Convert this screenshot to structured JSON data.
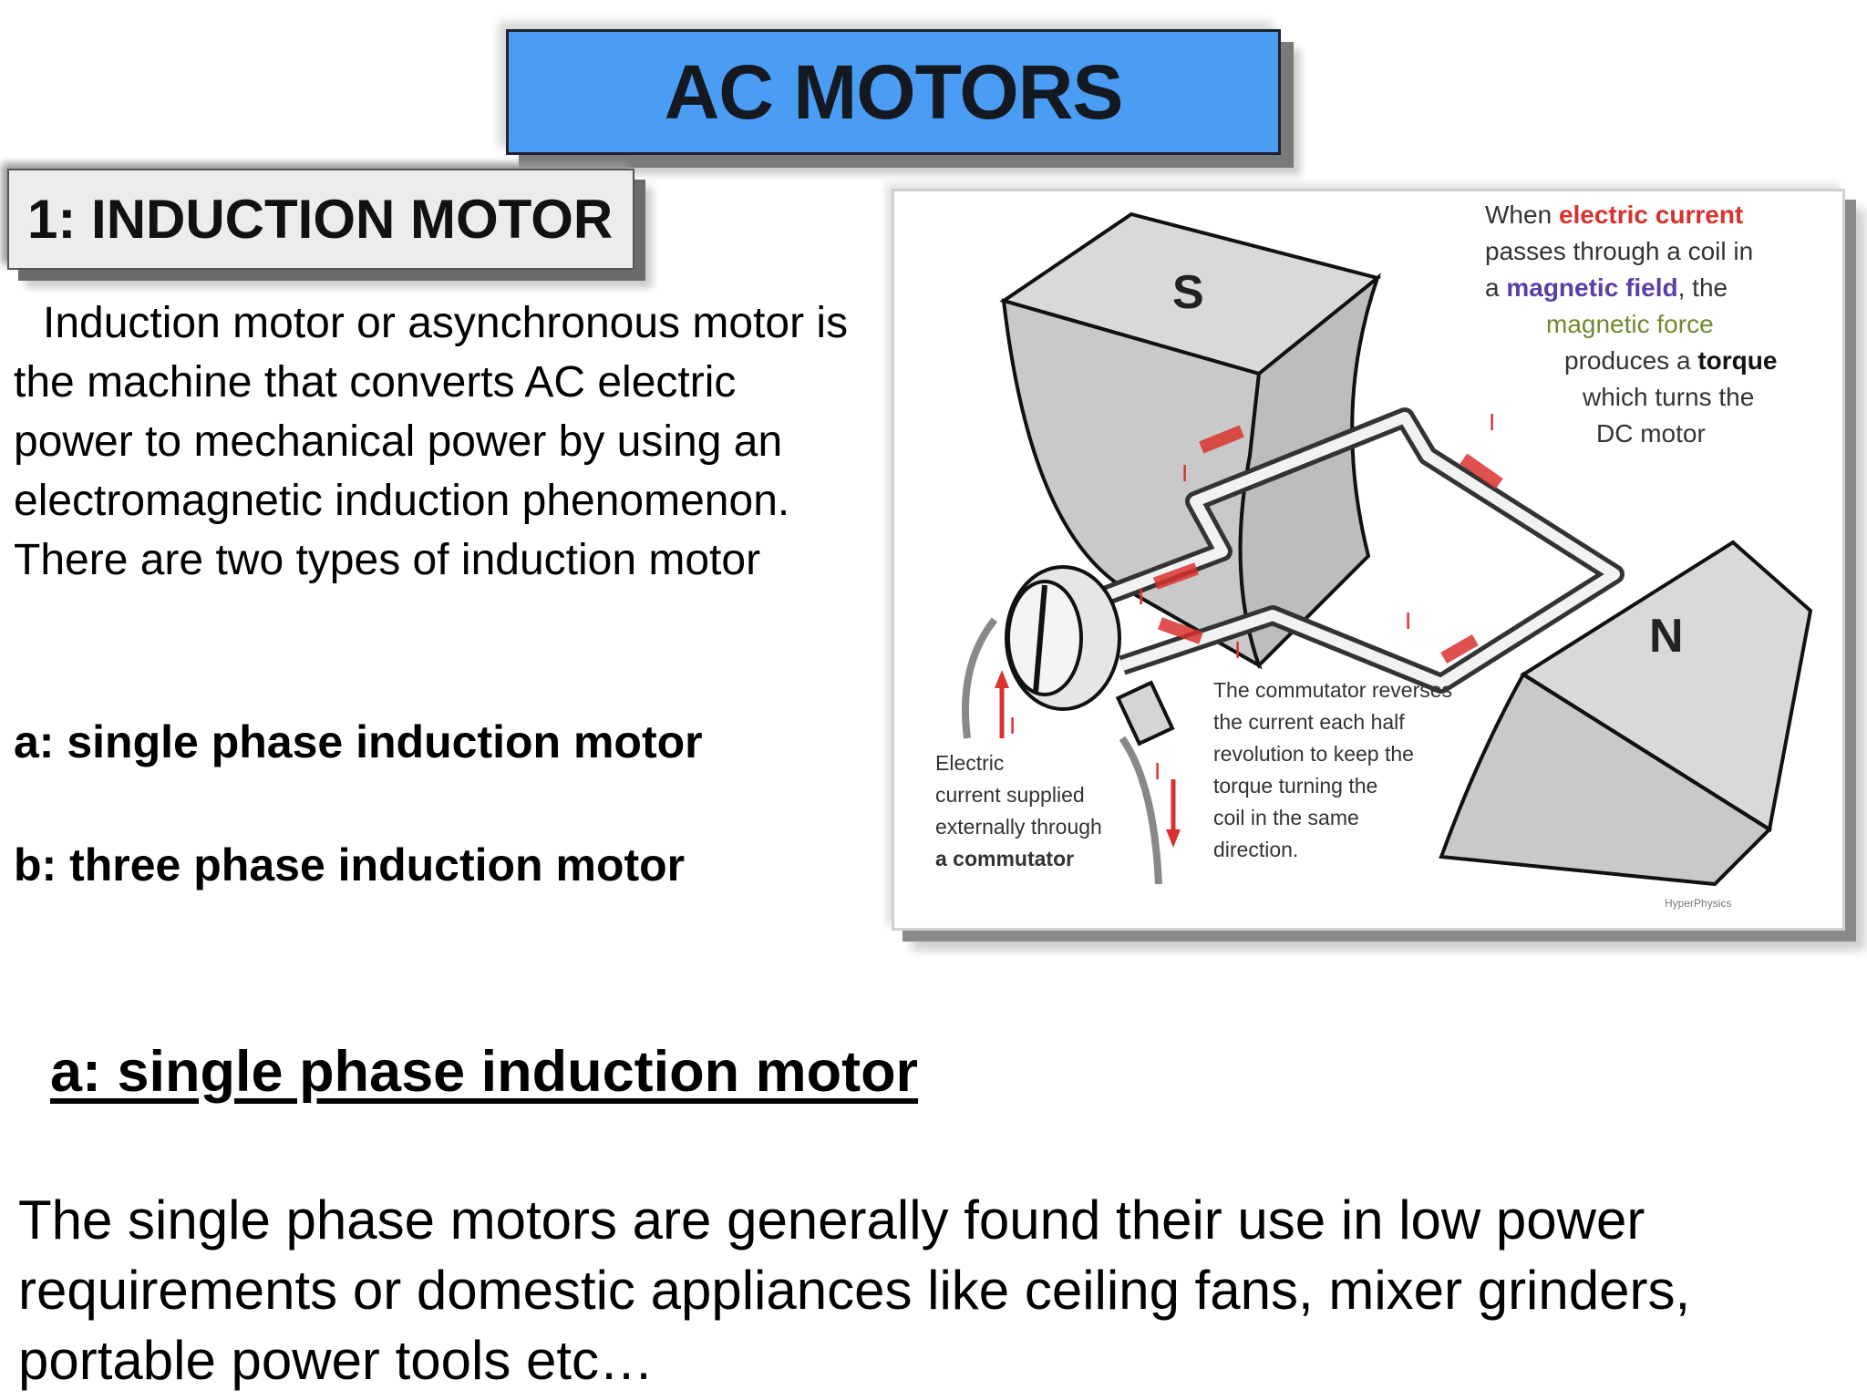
{
  "slide": {
    "title": "AC MOTORS",
    "section_heading": "1: INDUCTION MOTOR",
    "intro": "Induction motor or asynchronous motor is the machine that converts AC electric power to mechanical power by using an electromagnetic induction phenomenon. There are two types of induction motor",
    "types": [
      "a: single phase induction motor",
      "b: three phase induction motor"
    ],
    "subheading": "a: single phase induction motor",
    "body": "The single phase motors are generally found their use in low power requirements or domestic appliances like ceiling fans, mixer grinders, portable power tools etc…"
  },
  "diagram": {
    "pole_south": "S",
    "pole_north": "N",
    "current_marker": "I",
    "caption_top": {
      "line1_a": "When ",
      "line1_b": "electric current",
      "line2": "passes through a  coil in",
      "line3_a": "a ",
      "line3_b": "magnetic field",
      "line3_c": ", the",
      "line4": "magnetic force",
      "line5_a": "produces a ",
      "line5_b": "torque",
      "line6": "which turns the",
      "line7": "DC motor"
    },
    "caption_commutator": [
      "The commutator reverses",
      "the current each half",
      "revolution to keep the",
      "torque turning the",
      "coil in the same",
      "direction."
    ],
    "caption_supply": [
      "Electric",
      "current supplied",
      "externally through",
      "a commutator"
    ],
    "credit": "HyperPhysics",
    "colors": {
      "current": "#d8322e",
      "magnetic": "#5a3fa8",
      "force": "#6f8a2e",
      "magnet_fill": "#c9c9c9"
    }
  }
}
